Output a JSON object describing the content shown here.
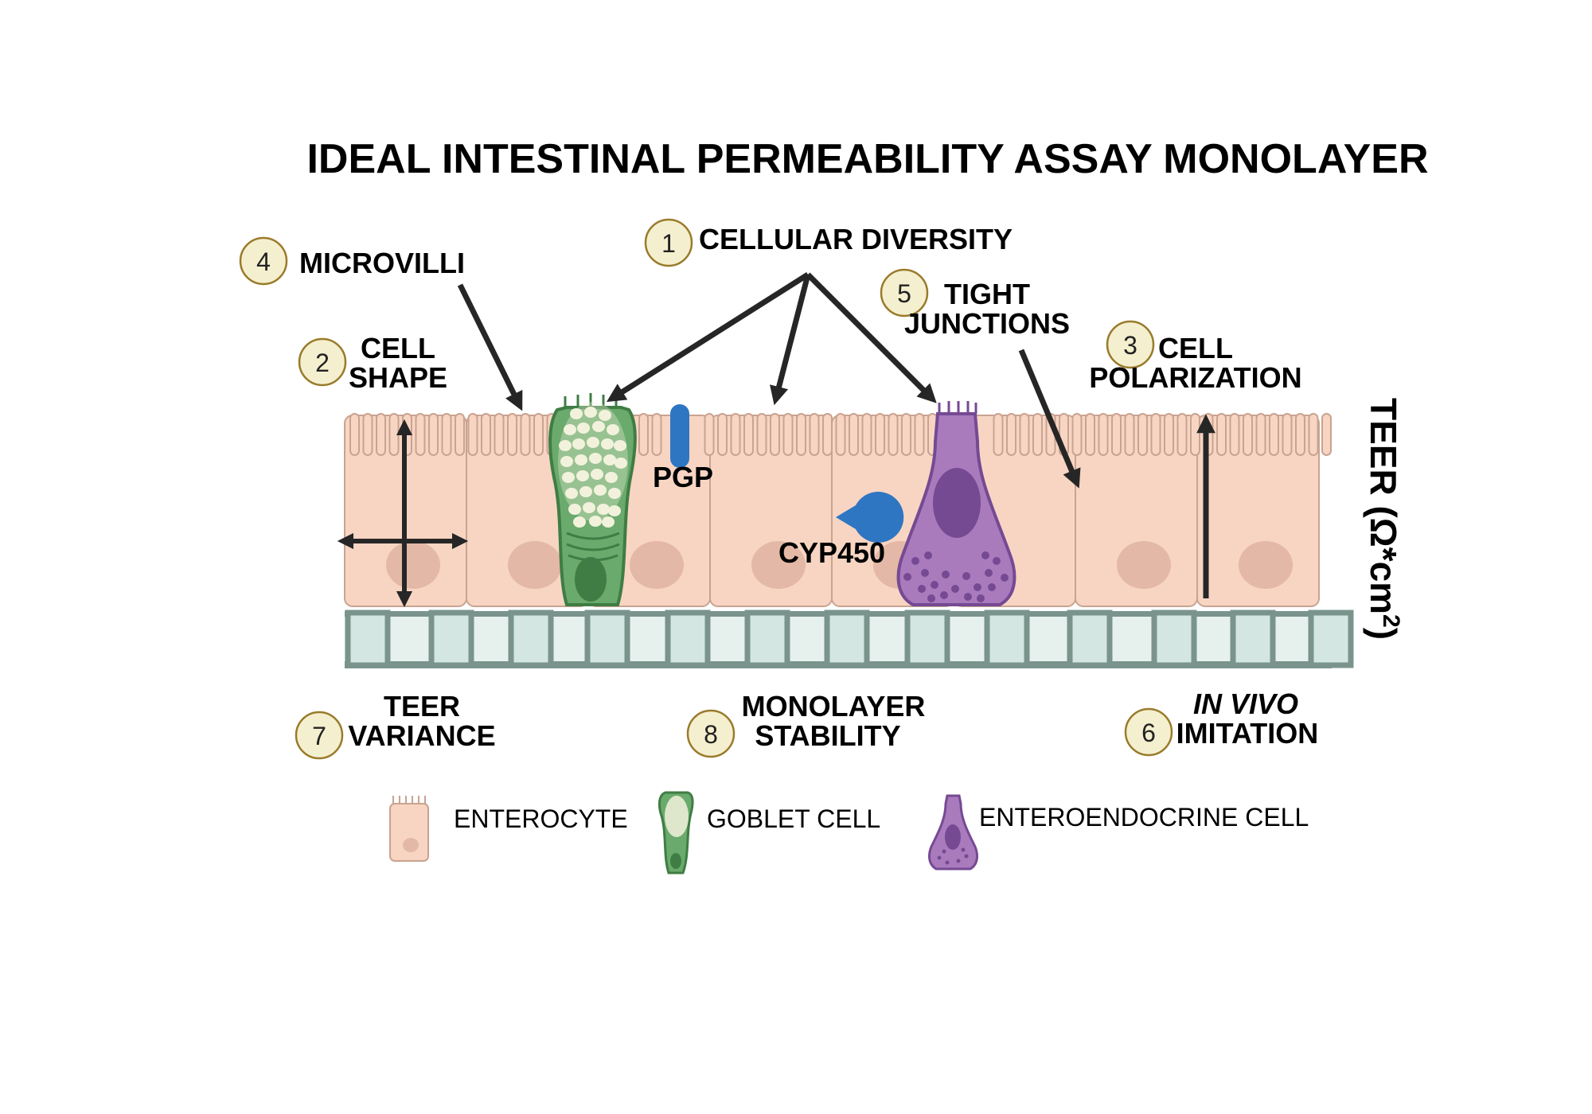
{
  "title": "IDEAL INTESTINAL PERMEABILITY ASSAY MONOLAYER",
  "colors": {
    "enterocyte": "#f8d5c3",
    "enterocyte_outline": "#c9a391",
    "nucleus": "#e3b8a6",
    "goblet": "#6aaa6c",
    "goblet_dark": "#3f7d44",
    "enteroendocrine": "#a97bbd",
    "enteroendocrine_dark": "#754a93",
    "transporter": "#2f76c2",
    "membrane": "#7a948d",
    "pore_fill": "#d3e6e1",
    "badge_fill": "#f4f0cf",
    "badge_stroke": "#9a7b2b",
    "arrow": "#262626"
  },
  "features": [
    {
      "number": "1",
      "lines": [
        "CELLULAR DIVERSITY"
      ]
    },
    {
      "number": "2",
      "lines": [
        "CELL",
        "SHAPE"
      ]
    },
    {
      "number": "3",
      "lines": [
        "CELL",
        "POLARIZATION"
      ]
    },
    {
      "number": "4",
      "lines": [
        "MICROVILLI"
      ]
    },
    {
      "number": "5",
      "lines": [
        "TIGHT",
        "JUNCTIONS"
      ]
    },
    {
      "number": "6",
      "lines": [
        "IN VIVO",
        "IMITATION"
      ]
    },
    {
      "number": "7",
      "lines": [
        "TEER",
        "VARIANCE"
      ]
    },
    {
      "number": "8",
      "lines": [
        "MONOLAYER",
        "STABILITY"
      ]
    }
  ],
  "markers": {
    "pgp": "PGP",
    "cyp450": "CYP450"
  },
  "teer_axis": {
    "label": "TEER (Ω*cm",
    "superscript": "2",
    "closing": ")"
  },
  "legend": [
    {
      "icon": "enterocyte-icon",
      "label": "ENTEROCYTE"
    },
    {
      "icon": "goblet-cell-icon",
      "label": "GOBLET CELL"
    },
    {
      "icon": "enteroendocrine-cell-icon",
      "label": "ENTEROENDOCRINE CELL"
    }
  ]
}
